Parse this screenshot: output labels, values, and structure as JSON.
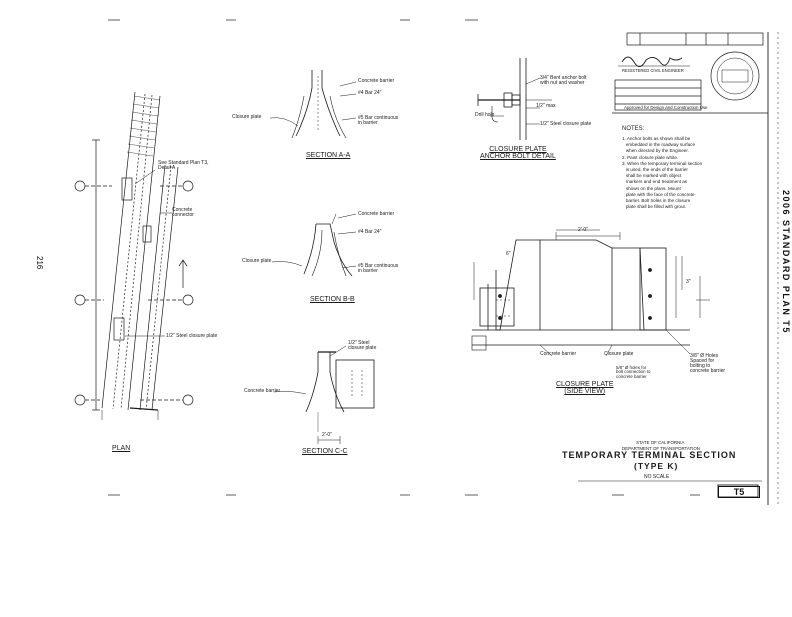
{
  "sheet": {
    "vertical_title": "2006 STANDARD PLAN T5",
    "sheet_code": "T5",
    "left_margin_number": "216",
    "title_line_1": "TEMPORARY TERMINAL SECTION",
    "title_line_2": "(TYPE K)",
    "scale": "NO SCALE",
    "agency_1": "STATE OF CALIFORNIA",
    "agency_2": "DEPARTMENT OF TRANSPORTATION",
    "engineer_name": "REGISTERED CIVIL ENGINEER",
    "approval_text": "Approved for Design and Construction Use"
  },
  "views": {
    "plan": "PLAN",
    "section_aa": "SECTION A-A",
    "section_bb": "SECTION B-B",
    "section_cc": "SECTION C-C",
    "closure_plate_side": "CLOSURE PLATE\n(SIDE VIEW)",
    "anchor_bolt_detail": "CLOSURE PLATE\nANCHOR BOLT DETAIL"
  },
  "labels": {
    "concrete_barrier_1": "Concrete barrier",
    "concrete_barrier_2": "Concrete barrier",
    "concrete_barrier_3": "Concrete barrier",
    "concrete_barrier_4": "Concrete barrier",
    "closure_plate_bent_1": "Closure plate",
    "closure_plate_bent_2": "Closure plate",
    "closure_plate_bent_3": "Closure plate",
    "plate_1": "1/2\" Steel closure plate",
    "plate_2": "1/2\" Steel closure plate",
    "plate_3": "1/2\" Steel\nclosure plate",
    "rebar_1": "#4 Bar 24\"",
    "rebar_2": "#4 Bar 24\"",
    "cont_1": "#5 Bar continuous\nin barrier",
    "cont_2": "#5 Bar continuous\nin barrier",
    "connector": "Concrete\nconnector",
    "see_plan": "See Standard Plan T3,\nDetail A",
    "anchor_1": "3/4\" Bent anchor bolt\nwith nut and washer",
    "anchor_2": "Drill hole",
    "anchor_3": "1/2\" Steel closure plate",
    "anchor_4": "1/2\" max",
    "bolt_holes": "5/8\" Ø holes for\nbolt connection to\nconcrete barrier",
    "weld_label": "3/8\" Ø Holes\nSpaced for\nbolting to\nconcrete barrier",
    "dim_24": "2'-0\"",
    "dim_6": "6\"",
    "dim_3": "3\"",
    "dim_2": "2'-0\"",
    "notes_title": "NOTES:",
    "notes_body": "1. Anchor bolts as shown shall be\n   embedded in the roadway surface\n   when directed by the Engineer.\n2. Paint closure plate white.\n3. When the temporary terminal section\n   is used, the ends of the barrier\n   shall be marked with object\n   markers and end treatment as\n   shown on the plans. Mount\n   plate with the face of the concrete\n   barrier. Bolt holes in the closure\n   plate shall be filled with grout."
  },
  "colors": {
    "ink": "#1a1a1a",
    "paper": "#ffffff"
  }
}
